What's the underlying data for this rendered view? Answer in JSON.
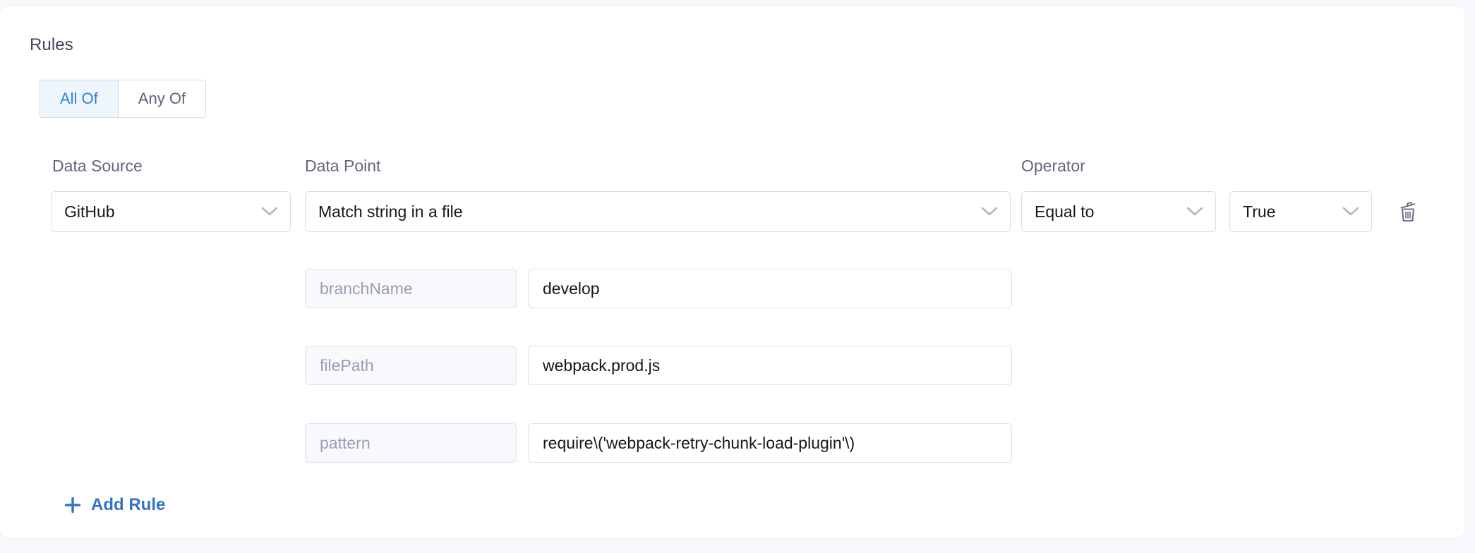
{
  "section": {
    "heading": "Rules"
  },
  "match_toggle": {
    "options": [
      {
        "label": "All Of",
        "active": true
      },
      {
        "label": "Any Of",
        "active": false
      }
    ]
  },
  "columns": {
    "data_source_label": "Data Source",
    "data_point_label": "Data Point",
    "operator_label": "Operator"
  },
  "rule": {
    "data_source": "GitHub",
    "data_point": "Match string in a file",
    "operator": "Equal to",
    "operator_value": "True",
    "delete_icon": "trash-icon",
    "parameters": [
      {
        "key": "branchName",
        "value": "develop"
      },
      {
        "key": "filePath",
        "value": "webpack.prod.js"
      },
      {
        "key": "pattern",
        "value": "require\\('webpack-retry-chunk-load-plugin'\\)"
      }
    ]
  },
  "actions": {
    "add_rule_label": "Add Rule",
    "add_rule_icon": "plus-icon"
  },
  "colors": {
    "accent_blue": "#3273c8",
    "toggle_active_text": "#2f7fe0",
    "toggle_active_bg": "#eef6fd",
    "label_gray": "#62667e",
    "placeholder_gray": "#9b9eb3",
    "border_gray": "#dcdce7",
    "page_bg": "#f7f8fc",
    "card_bg": "#ffffff"
  }
}
